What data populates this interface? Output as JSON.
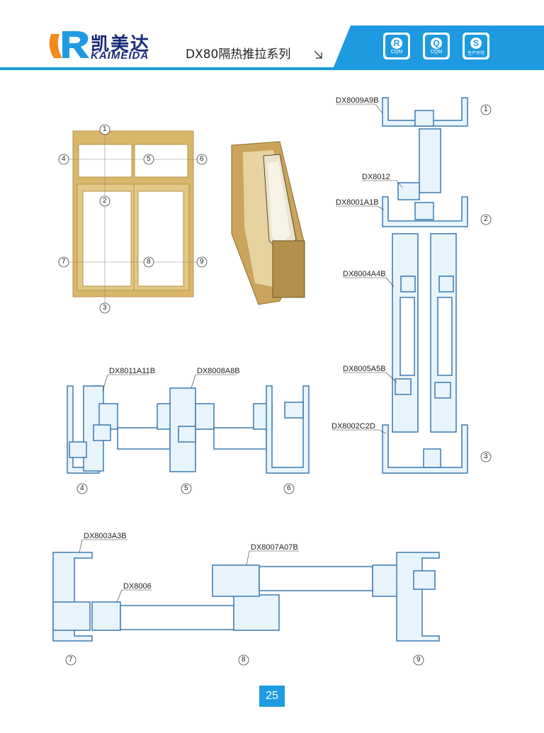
{
  "header": {
    "brand_cn": "凯美达",
    "brand_en": "KAIMEIDA",
    "series_title": "DX80隔热推拉系列",
    "cert_badges": [
      {
        "letter": "R",
        "text": "CQM"
      },
      {
        "letter": "Q",
        "text": "CQM"
      },
      {
        "letter": "S",
        "text": "生产许可"
      }
    ]
  },
  "labels": {
    "dx8009": "DX8009A9B",
    "dx8012": "DX8012",
    "dx8001": "DX8001A1B",
    "dx8004": "DX8004A4B",
    "dx8005": "DX8005A5B",
    "dx8002": "DX8002C2D",
    "dx8011": "DX8011A11B",
    "dx8008": "DX8008A8B",
    "dx8003": "DX8003A3B",
    "dx8006": "DX8006",
    "dx8007": "DX8007A07B"
  },
  "markers": [
    "1",
    "2",
    "3",
    "4",
    "5",
    "6",
    "7",
    "8",
    "9"
  ],
  "page_number": "25",
  "colors": {
    "brand_blue": "#1e9be0",
    "frame_gold": "#d9b76a",
    "profile_fill": "#e8f4fb",
    "profile_stroke": "#3a7ab0"
  }
}
